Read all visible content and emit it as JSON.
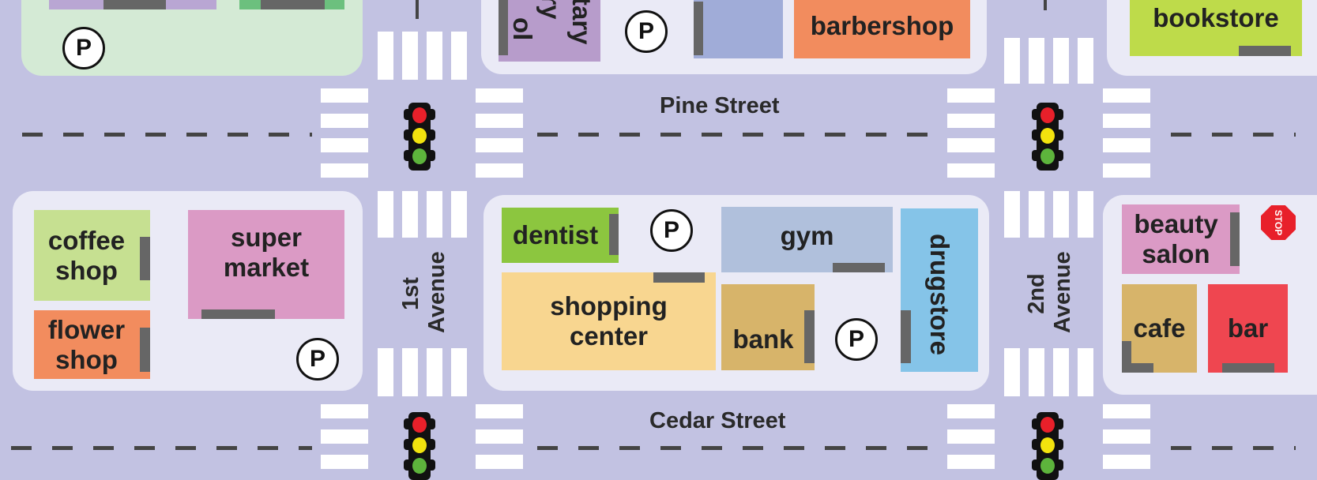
{
  "streets": {
    "pine": "Pine Street",
    "cedar": "Cedar Street"
  },
  "avenues": {
    "first": {
      "line1": "1st",
      "line2": "Avenue"
    },
    "second": {
      "line1": "2nd",
      "line2": "Avenue"
    }
  },
  "parking_label": "P",
  "stop_sign": "STOP",
  "buildings": {
    "school": {
      "line1": "tary",
      "line2": "ol",
      "color": "#b79ccb"
    },
    "barbershop": {
      "label": "barbershop",
      "color": "#f28c5e"
    },
    "bookstore": {
      "label": "bookstore",
      "color": "#bedb4a"
    },
    "coffee_shop": {
      "line1": "coffee",
      "line2": "shop",
      "color": "#c6e091"
    },
    "flower_shop": {
      "line1": "flower",
      "line2": "shop",
      "color": "#f28c5e"
    },
    "supermarket": {
      "line1": "super",
      "line2": "market",
      "color": "#db9ac5"
    },
    "dentist": {
      "label": "dentist",
      "color": "#8cc63f"
    },
    "gym": {
      "label": "gym",
      "color": "#b0c0dc"
    },
    "drugstore": {
      "label": "drugstore",
      "color": "#85c4e8"
    },
    "shopping_center": {
      "line1": "shopping",
      "line2": "center",
      "color": "#f8d690"
    },
    "bank": {
      "label": "bank",
      "color": "#d7b46a"
    },
    "beauty_salon": {
      "line1": "beauty",
      "line2": "salon",
      "color": "#db9ac5"
    },
    "cafe": {
      "label": "cafe",
      "color": "#d7b46a"
    },
    "bar": {
      "label": "bar",
      "color": "#ef4650"
    }
  },
  "colors": {
    "road": "#c2c2e2",
    "block": "#eaeaf6",
    "park": "#d4ead5",
    "door": "#666666"
  }
}
